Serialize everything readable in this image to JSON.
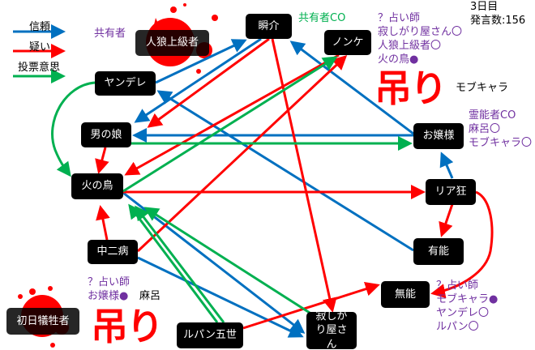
{
  "legend": [
    {
      "label": "信頼",
      "color": "#0070c0"
    },
    {
      "label": "疑い",
      "color": "#ff0000"
    },
    {
      "label": "投票意思",
      "color": "#00b050"
    }
  ],
  "status": {
    "day": "3日目",
    "speech_count": "発言数:156"
  },
  "nodes": {
    "jinro": "人狼上級者",
    "shunsuke": "瞬介",
    "nonke": "ノンケ",
    "yandere": "ヤンデレ",
    "otokonoko": "男の娘",
    "ojousama": "お嬢様",
    "hinotori": "火の鳥",
    "riakyou": "リア狂",
    "chuunibyou": "中二病",
    "yuunou": "有能",
    "munou": "無能",
    "shonichi": "初日犠牲者",
    "lupin": "ルパン五世",
    "sabishigari": "寂しがり屋さん"
  },
  "notes": {
    "jinro_role": "共有者",
    "shunsuke_role": "共有者CO",
    "nonke_notes": [
      "？占い師",
      "寂しがり屋さん〇",
      "人狼上級者〇",
      "火の鳥●"
    ],
    "nonke_sub": "モブキャラ",
    "ojousama_notes": [
      "霊能者CO",
      "麻呂〇",
      "モブキャラ〇"
    ],
    "munou_notes": [
      "？占い師",
      "モブキャラ●",
      "ヤンデレ〇",
      "ルパン〇"
    ],
    "shonichi_notes": [
      "？占い師",
      "お嬢様●"
    ],
    "shonichi_sub": "麻呂",
    "hanged_mark": "吊り"
  },
  "colors": {
    "trust": "#0070c0",
    "doubt": "#ff0000",
    "vote": "#00b050",
    "note": "#7030a0",
    "blood": "#ff0000"
  }
}
